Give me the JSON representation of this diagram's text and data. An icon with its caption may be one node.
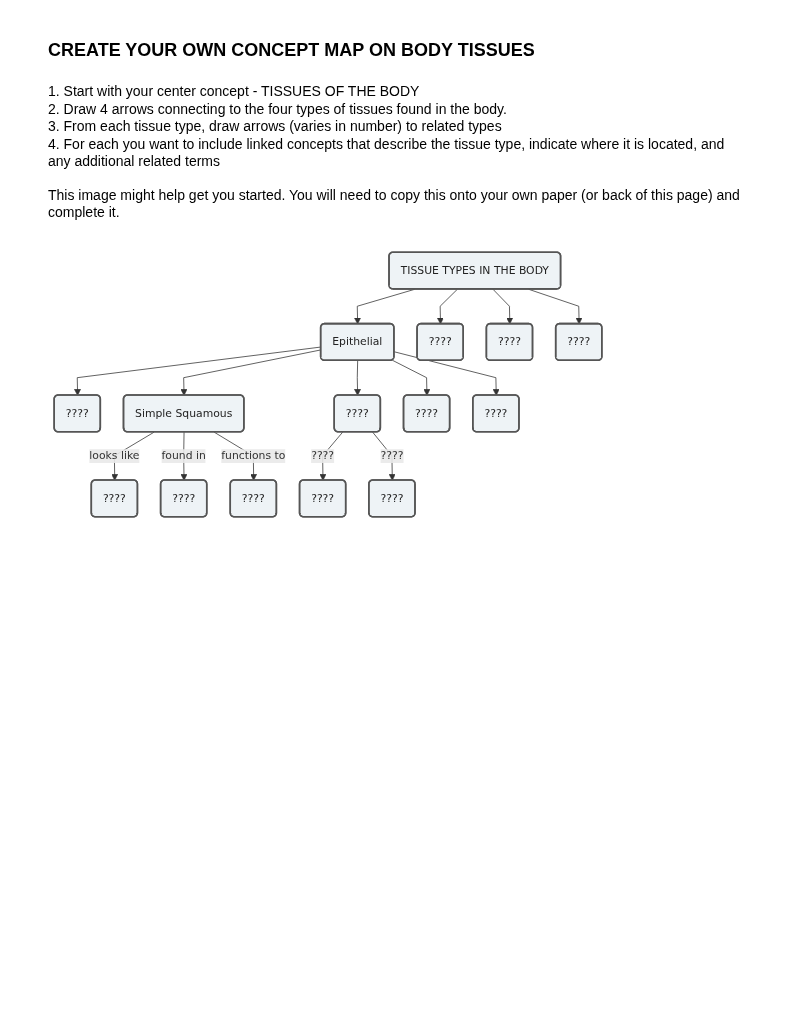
{
  "diagram": {
    "title": "CREATE YOUR OWN CONCEPT MAP ON BODY TISSUES",
    "nodes": [
      {
        "text": [
          "????"
        ]
      },
      {
        "text": [
          "????"
        ]
      },
      {
        "text": [
          "TISSUE TYPES IN THE BODY"
        ]
      },
      {
        "text": [
          "????"
        ]
      },
      {
        "text": [
          "????"
        ]
      },
      {
        "text": [
          "Epithelial"
        ]
      },
      {
        "text": [
          "????"
        ]
      },
      {
        "text": [
          "????"
        ]
      },
      {
        "text": [
          "????"
        ]
      },
      {
        "text": [
          "Simple Squamous"
        ]
      },
      {
        "text": [
          "????"
        ]
      },
      {
        "text": [
          "????"
        ]
      },
      {
        "text": [
          "????"
        ]
      },
      {
        "text": [
          "????"
        ]
      },
      {
        "text": [
          "????"
        ]
      }
    ],
    "edges": [
      {
        "from": 2,
        "to": 0,
        "arrow": "to"
      },
      {
        "from": 2,
        "to": 1,
        "arrow": "to"
      },
      {
        "from": 2,
        "to": 3,
        "arrow": "to"
      },
      {
        "from": 2,
        "to": 5,
        "arrow": "to"
      },
      {
        "from": 5,
        "to": 4,
        "arrow": "to"
      },
      {
        "from": 5,
        "to": 6,
        "arrow": "to"
      },
      {
        "from": 5,
        "to": 9,
        "arrow": "to"
      },
      {
        "from": 5,
        "to": 8,
        "arrow": "to"
      },
      {
        "from": 5,
        "to": 7,
        "arrow": "to"
      },
      {
        "from": 9,
        "to": 12,
        "label": "looks like",
        "arrow": "to"
      },
      {
        "from": 9,
        "to": 13,
        "label": "found in",
        "arrow": "to"
      },
      {
        "from": 9,
        "to": 14,
        "label": "functions to",
        "arrow": "to"
      },
      {
        "from": 8,
        "to": 10,
        "label": "????",
        "arrow": "to"
      },
      {
        "from": 8,
        "to": 11,
        "label": "????",
        "arrow": "to"
      }
    ],
    "labels": [
      "1. Start with your center concept - TISSUES OF THE BODY",
      "2. Draw 4 arrows connecting to the four types of tissues found in the body.",
      "3. From each tissue type, draw arrows (varies in number) to related types",
      "4. For each you want to include linked concepts that describe the tissue type, indicate where it is located, and any additional related terms",
      "This image might help get you started. You will need to copy this onto your own paper (or back of this page) and complete it."
    ]
  }
}
